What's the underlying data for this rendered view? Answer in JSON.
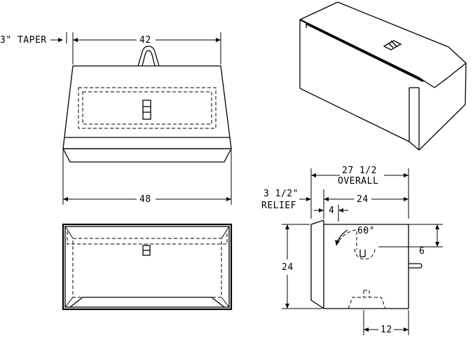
{
  "labels": {
    "taper": "3\" TAPER",
    "top_width": "42",
    "bottom_width": "48",
    "overall_line1": "27 1/2",
    "overall_line2": "OVERALL",
    "relief_line1": "3 1/2\"",
    "relief_line2": "RELIEF",
    "side_depth": "24",
    "offset": "4",
    "angle": "60°",
    "height": "24",
    "handle_drop": "6",
    "base_width": "12"
  }
}
